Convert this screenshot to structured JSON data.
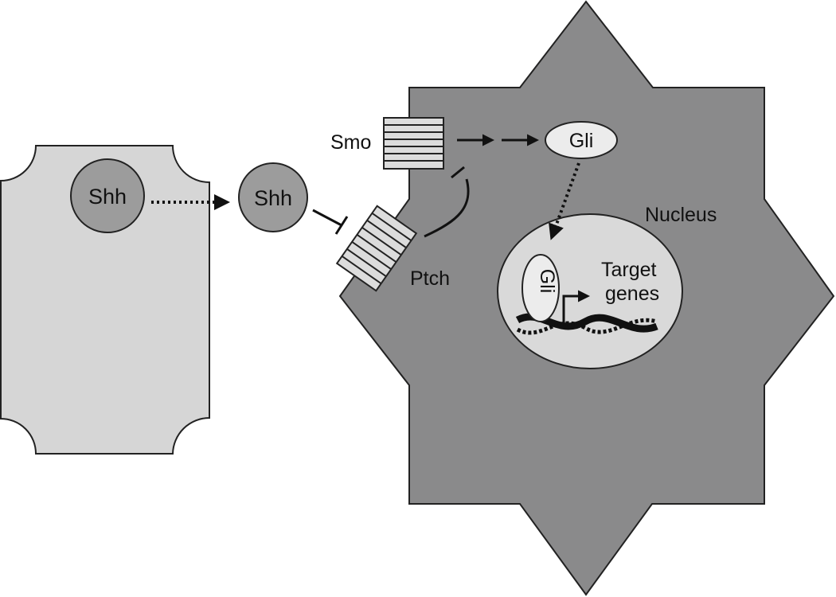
{
  "labels": {
    "shh_source": "Shh",
    "shh_ligand": "Shh",
    "smo": "Smo",
    "ptch": "Ptch",
    "gli_cytoplasm": "Gli",
    "gli_nucleus": "Gli",
    "nucleus": "Nucleus",
    "target_line1": "Target",
    "target_line2": "genes"
  },
  "colors": {
    "source_cell": "#d6d6d6",
    "target_cell": "#8a8a8b",
    "shh_circle": "#9c9c9c",
    "nucleus": "#d9d9d9",
    "gli": "#ececec",
    "receptor": "#dcdcdc",
    "outline": "#222222"
  }
}
